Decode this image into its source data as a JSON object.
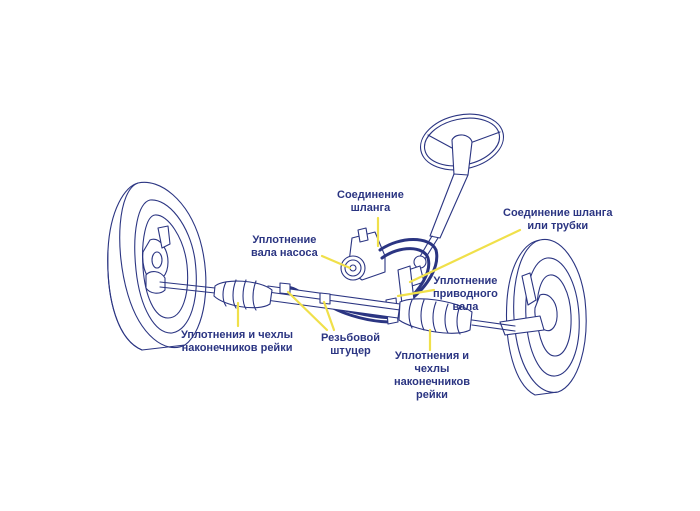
{
  "diagram": {
    "subject": "power steering system",
    "colors": {
      "line_art": "#2b3582",
      "label_text": "#2b3582",
      "leader_lines": "#f0e04a",
      "background": "#ffffff"
    },
    "labels": {
      "hose_connection": [
        "Соединение",
        "шланга"
      ],
      "hose_or_tube_connection": [
        "Соединение шланга",
        "или трубки"
      ],
      "pump_shaft_seal": [
        "Уплотнение",
        "вала насоса"
      ],
      "drive_shaft_seal": [
        "Уплотнение",
        "приводного",
        "вала"
      ],
      "rack_end_seals_left": [
        "Уплотнения и чехлы",
        "наконечников рейки"
      ],
      "threaded_fitting": [
        "Резьбовой",
        "штуцер"
      ],
      "rack_end_seals_right": [
        "Уплотнения и",
        "чехлы",
        "наконечников",
        "рейки"
      ]
    },
    "components": [
      "steering-wheel",
      "steering-column",
      "power-steering-pump",
      "pressure-hoses",
      "steering-rack",
      "rack-boots",
      "tie-rods",
      "left-wheel",
      "right-wheel"
    ]
  }
}
